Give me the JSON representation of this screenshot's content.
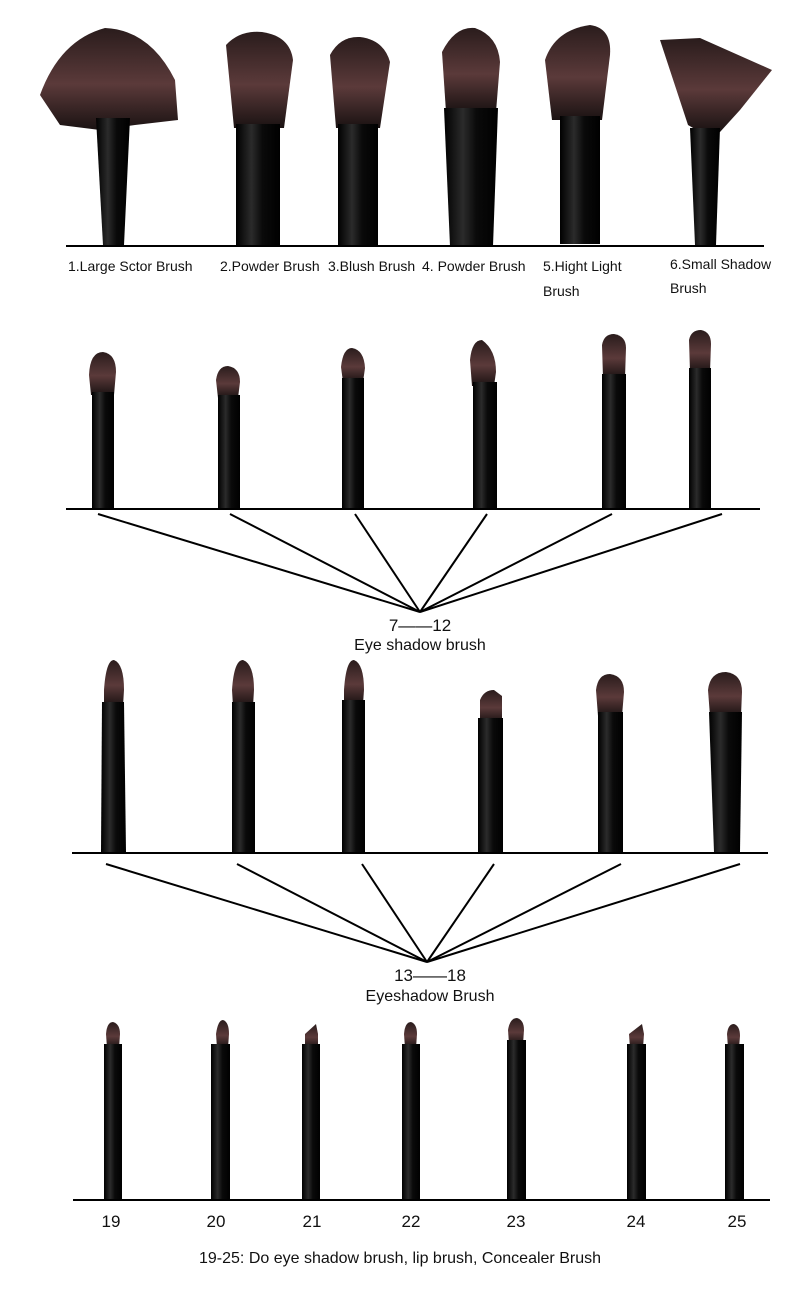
{
  "row1_labels": {
    "b1": "1.Large Sctor Brush",
    "b2": "2.Powder Brush",
    "b3": "3.Blush Brush",
    "b4": "4. Powder Brush",
    "b5_line1": "5.Hight Light",
    "b5_line2": "Brush",
    "b6_line1": "6.Small Shadow",
    "b6_line2": "Brush"
  },
  "group2": {
    "range": "7——12",
    "name": "Eye shadow brush"
  },
  "group3": {
    "range": "13——18",
    "name": "Eyeshadow Brush"
  },
  "row4_numbers": [
    "19",
    "20",
    "21",
    "22",
    "23",
    "24",
    "25"
  ],
  "caption": "19-25: Do eye shadow brush, lip brush, Concealer Brush",
  "colors": {
    "handle": "#0b0b0b",
    "bristle_dark": "#1a1212",
    "bristle_tip": "#5a3a3a",
    "line": "#000000"
  }
}
